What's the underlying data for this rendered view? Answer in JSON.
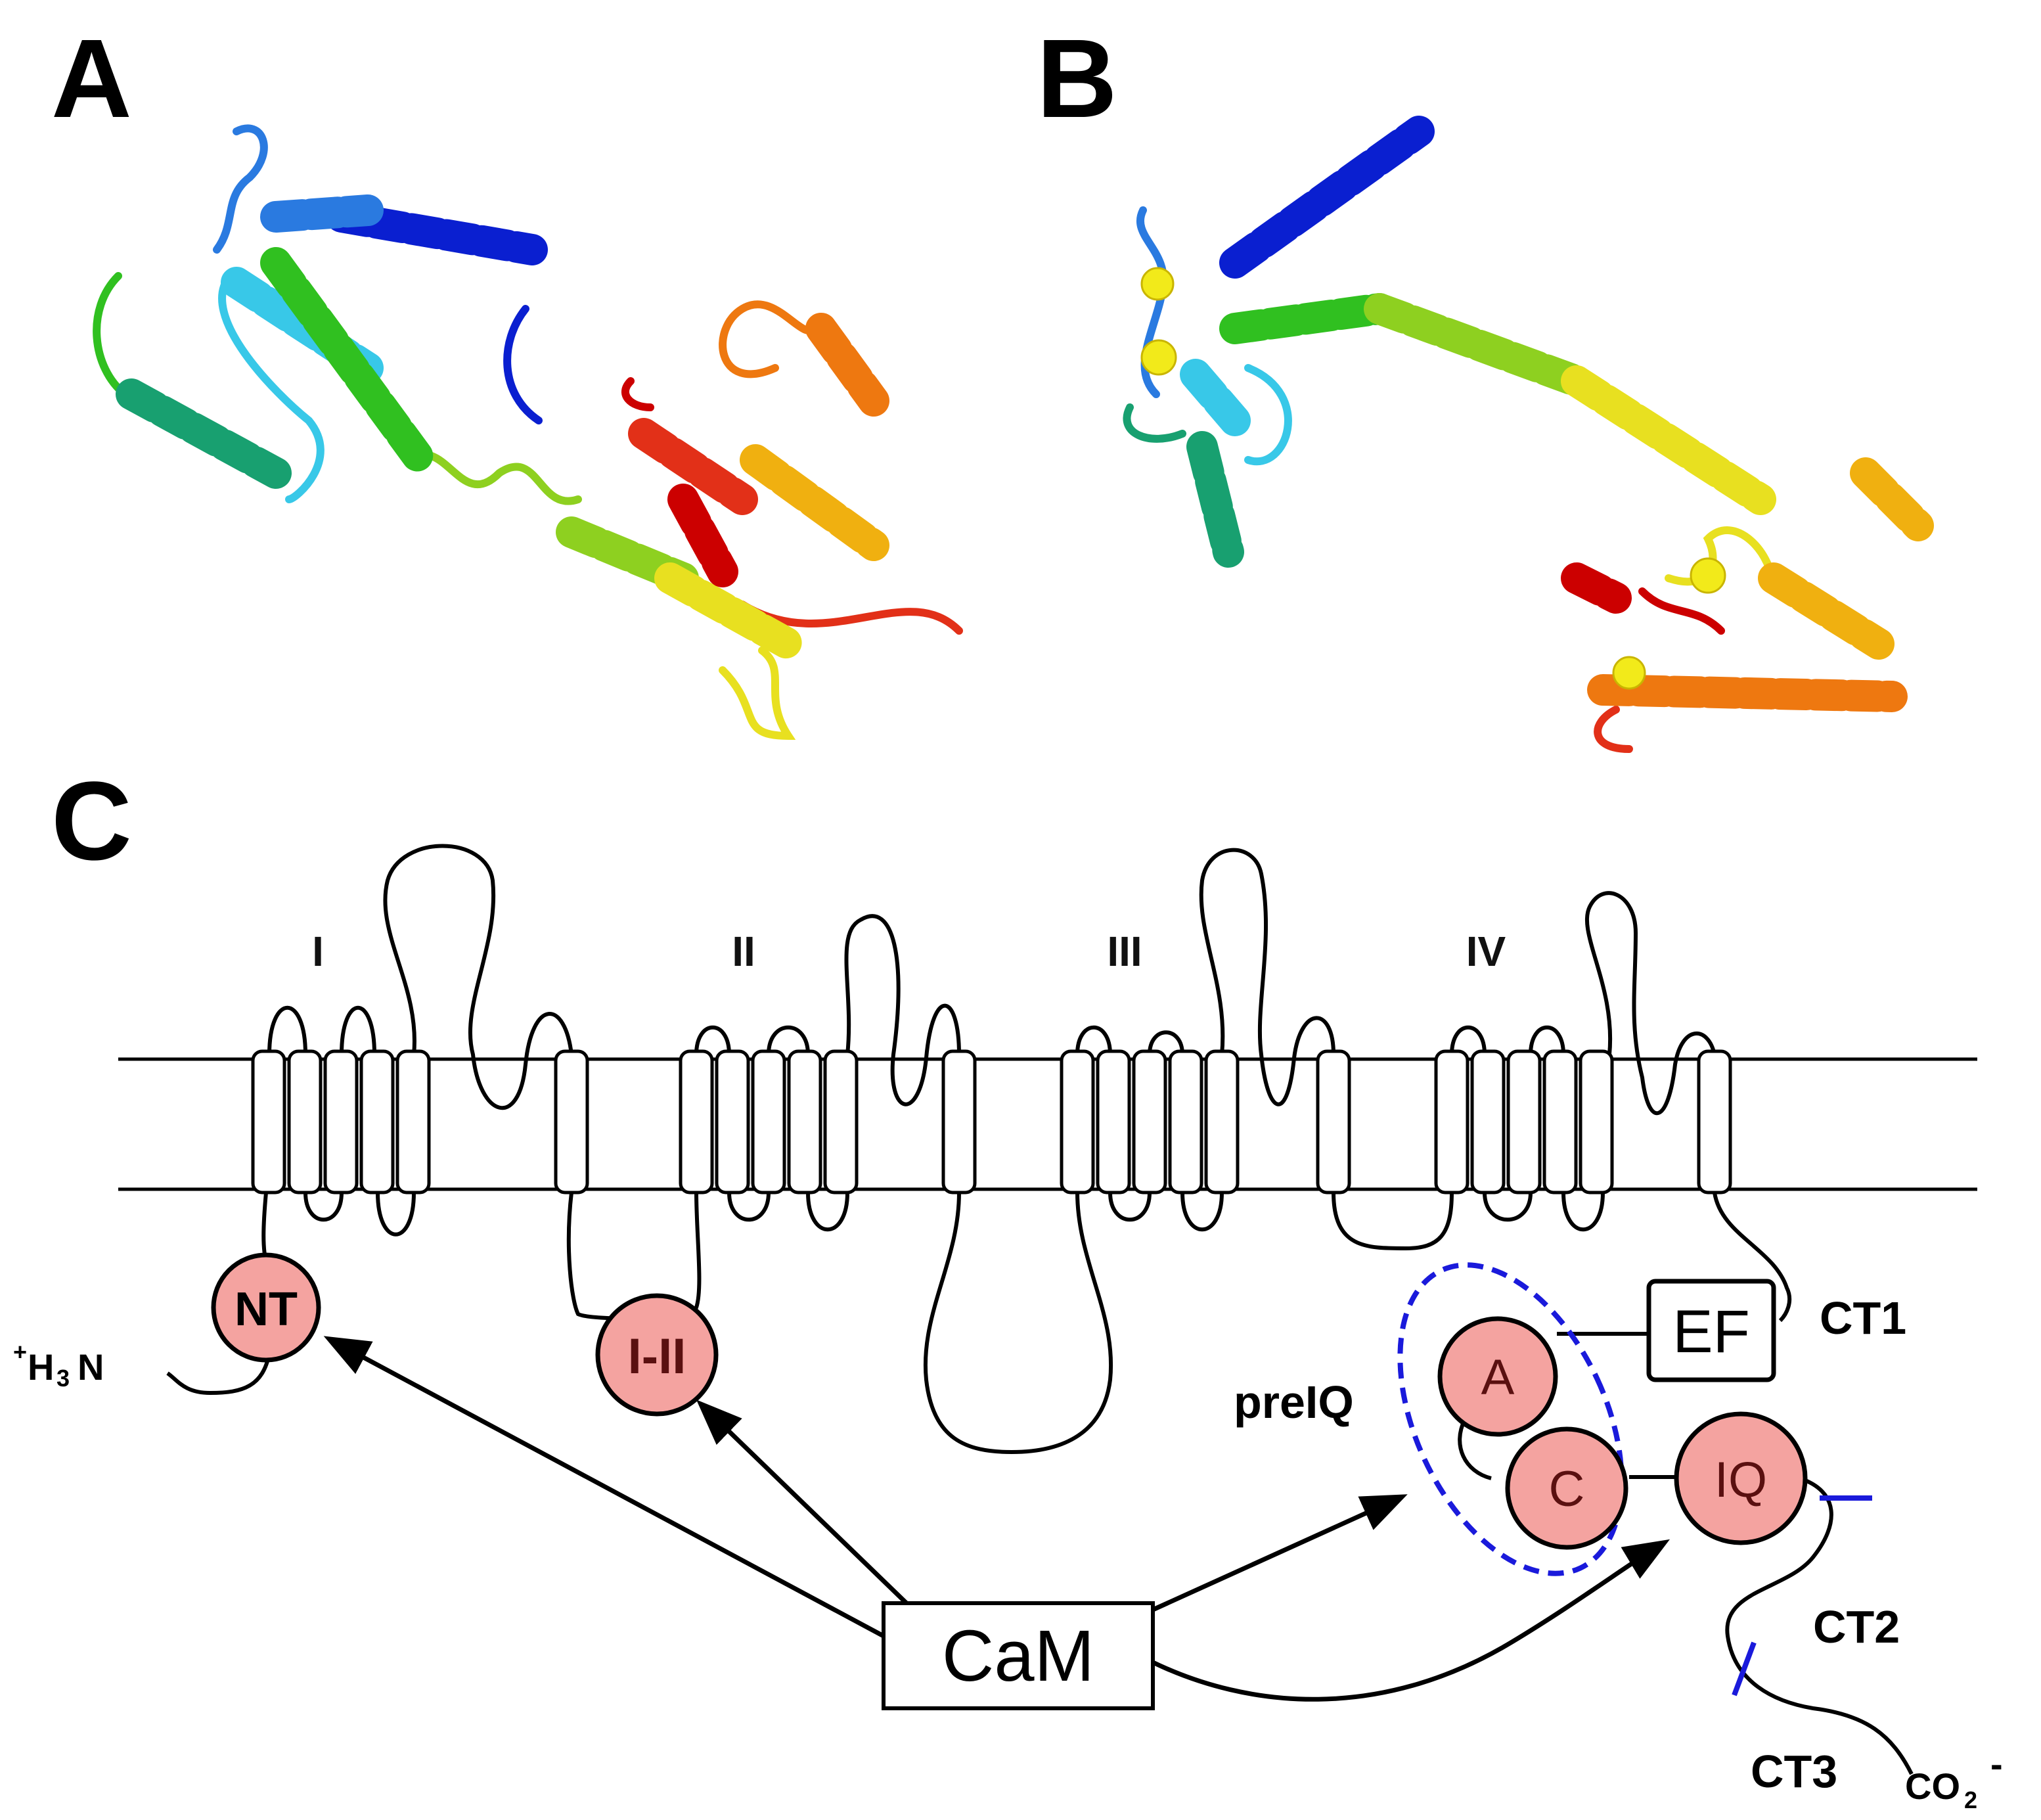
{
  "panels": {
    "a": {
      "label": "A"
    },
    "b": {
      "label": "B"
    },
    "c": {
      "label": "C"
    }
  },
  "colors": {
    "domain_fill": "#f4a3a0",
    "domain_text": "#5a1010",
    "preIQ_outline": "#1a1adb",
    "calcium_ion": "#f2ea1a",
    "rainbow": [
      "#0a1fd0",
      "#2a7ae0",
      "#38c8e8",
      "#18a070",
      "#30c020",
      "#8ed020",
      "#e8e020",
      "#f0b010",
      "#ee7810",
      "#e23018",
      "#cc0000"
    ]
  },
  "channel": {
    "repeats": [
      "I",
      "II",
      "III",
      "IV"
    ]
  },
  "domains": {
    "nt": "NT",
    "i_ii": "I-II",
    "a": "A",
    "c": "C",
    "iq": "IQ"
  },
  "boxes": {
    "ef": "EF",
    "cam": "CaM"
  },
  "labels": {
    "preiq": "preIQ",
    "ct1": "CT1",
    "ct2": "CT2",
    "ct3": "CT3",
    "n_term_plus": "+",
    "n_term_h": "H",
    "n_term_3": "3",
    "n_term_n": "N",
    "c_term_co": "CO",
    "c_term_2": "2",
    "c_term_minus": "-"
  }
}
